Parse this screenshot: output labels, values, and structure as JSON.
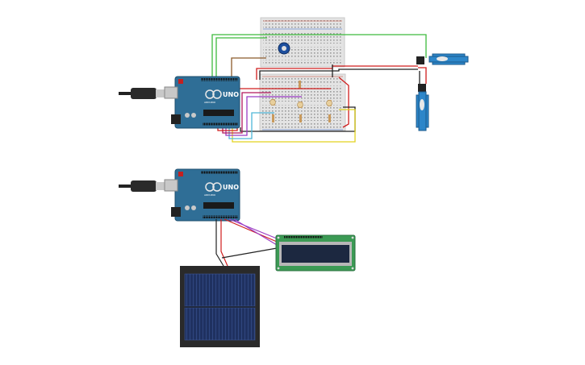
{
  "arduino_top": {
    "model_label": "UNO",
    "brand_label": "ARDUINO"
  },
  "arduino_bottom": {
    "model_label": "UNO",
    "brand_label": "ARDUINO"
  },
  "colors": {
    "arduino_board": "#2f6e96",
    "breadboard": "#e3e3e3",
    "wire_green": "#3dbb3d",
    "wire_red": "#d01d1d",
    "wire_black": "#222222",
    "wire_brown": "#8b5a2b",
    "wire_purple": "#9b3cc4",
    "wire_yellow": "#e2d21f",
    "wire_cyan": "#4fb6d8",
    "servo_body": "#2d86c9",
    "lcd_pcb": "#3b9a54",
    "lcd_screen": "#1c2840",
    "solar_cell": "#1f3160"
  },
  "icons": [
    "usb-plug-icon",
    "reset-button-icon",
    "potentiometer-icon",
    "servo-icon",
    "solar-panel-icon",
    "lcd-display-icon",
    "photoresistor-icon"
  ]
}
